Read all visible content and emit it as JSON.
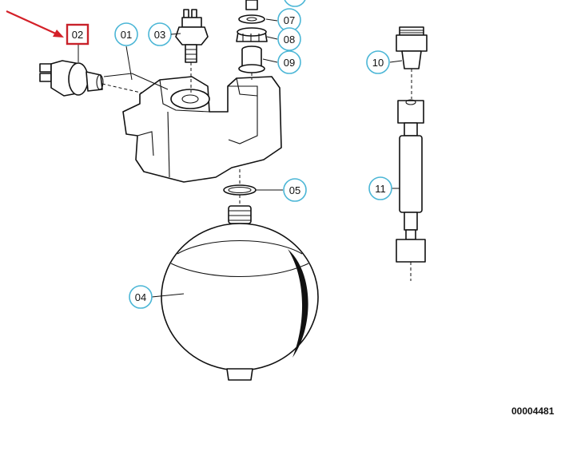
{
  "diagram": {
    "reference_number": "00004481",
    "highlighted_callout": "02",
    "callouts": {
      "c01": "01",
      "c02": "02",
      "c03": "03",
      "c04": "04",
      "c05": "05",
      "c07": "07",
      "c08": "08",
      "c09": "09",
      "c10": "10",
      "c11": "11"
    },
    "colors": {
      "callout_ring": "#4bb6d6",
      "highlight": "#c8222a",
      "arrow": "#d42028",
      "line": "#111111"
    }
  }
}
